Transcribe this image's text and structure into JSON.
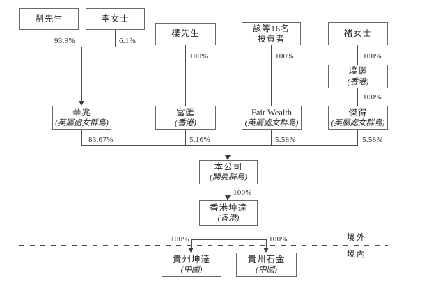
{
  "diagram_title": "shareholding-structure-chart",
  "nodes": {
    "liu": {
      "name": "劉先生"
    },
    "li": {
      "name": "李女士"
    },
    "lou": {
      "name": "樓先生"
    },
    "investors": {
      "name_line1": "該等16名",
      "name_line2": "投資者"
    },
    "chu": {
      "name": "褚女士"
    },
    "puli": {
      "name": "璞儷",
      "location": "(香港)"
    },
    "huazhao": {
      "name": "華兆",
      "location": "(英屬處女群島)"
    },
    "fuhui": {
      "name": "富匯",
      "location": "(香港)"
    },
    "fair_wealth": {
      "name": "Fair Wealth",
      "location": "(英屬處女群島)"
    },
    "jiede": {
      "name": "傑得",
      "location": "(英屬處女群島)"
    },
    "company": {
      "name": "本公司",
      "location": "(開曼群島)"
    },
    "hk_kunda": {
      "name": "香港坤達",
      "location": "(香港)"
    },
    "guizhou_kunda": {
      "name": "貴州坤達",
      "location": "(中國)"
    },
    "guizhou_shijin": {
      "name": "貴州石金",
      "location": "(中國)"
    }
  },
  "percentages": {
    "liu_to_huazhao": "93.9%",
    "li_to_huazhao": "6.1%",
    "lou_to_fuhui": "100%",
    "investors_to_fair_wealth": "100%",
    "chu_to_puli": "100%",
    "puli_to_jiede": "100%",
    "huazhao_to_company": "83.67%",
    "fuhui_to_company": "5.16%",
    "fair_wealth_to_company": "5.58%",
    "jiede_to_company": "5.58%",
    "company_to_hk_kunda": "100%",
    "hk_kunda_to_guizhou_kunda": "100%",
    "hk_kunda_to_guizhou_shijin": "100%"
  },
  "regions": {
    "offshore": "境外",
    "onshore": "境內"
  },
  "colors": {
    "line": "#4d4d4d",
    "border": "#6a6a6a",
    "text": "#2b2b2b",
    "background": "#ffffff"
  }
}
